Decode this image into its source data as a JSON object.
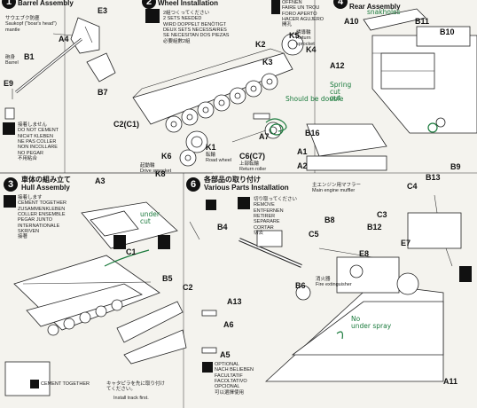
{
  "sections": {
    "s1": {
      "number": "1",
      "title": "Barrel Assembly"
    },
    "s2": {
      "number": "2",
      "title": "Wheel Installation",
      "note": "2組つくってください\n2 SETS NEEDED\nWIRD DOPPELT BENÖTIGT\nDEUX SETS NECESSAIRES\nSE NECESITAN DOS PIEZAS\n必要組數2組"
    },
    "s3": {
      "number": "3",
      "title_jp": "車体の組み立て",
      "title": "Hull Assembly",
      "note": "接着します\nCEMENT TOGETHER\nZUSAMMENKLEBEN\nCOLLER ENSEMBLE\nPEGAR JUNTO\nINTERNATIONALE\nSKRIVEN\n接著"
    },
    "s4": {
      "number": "4",
      "title": "Rear Assembly"
    },
    "s6": {
      "number": "6",
      "title_jp": "各部品の取り付け",
      "title": "Various Parts Installation"
    }
  },
  "notes": {
    "sawtooth": "サウエブク防塵\nSaukopf (\"boar's head\")\nmantle",
    "barrel": "砲身\nBarrel",
    "no_cement": "接着しません\nDO NOT CEMENT\nNICHT KLEBEN\nNE PAS COLLER\nNON INCOLLARE\nNO PEGAR\n不用粘合",
    "open": "OFFNEN\nFAIRE UN TROU\nFORO APERTO\nHACER AGUJERO\n開孔",
    "return": "誘導輪\nReturn\nsprocket",
    "road_wheel": "転輪\nRoad wheel",
    "drive_sprocket": "起動輪\nDrive sprocket",
    "return_roller": "上部転輪\nReturn roller",
    "cut_off": "切り取ってください\nREMOVE\nENTFERNEN\nRETIRER\nSEPARARE\nCORTAR\n切去",
    "muffler": "主エンジン用マフラー\nMain engine muffler",
    "extinguisher": "消火器\nFire extinguisher",
    "cement_together": "CEMENT TOGETHER",
    "optional": "OPTIONAL\nNACH BELIEBEN\nFACULTATIF\nFACOLTATIVO\nOPCIONAL\n可以選擇使用",
    "track_jp": "キャタピラを先に取り付け\nてください。",
    "track_en": "Install track first."
  },
  "parts": [
    "E3",
    "A4",
    "B1",
    "E9",
    "B7",
    "K2",
    "K5",
    "K4",
    "K3",
    "A7",
    "K6",
    "K8",
    "K1",
    "C2(C1)",
    "C6(C7)",
    "A10",
    "B11",
    "B10",
    "A12",
    "B16",
    "A1",
    "A2",
    "B9",
    "B13",
    "C4",
    "C3",
    "B8",
    "B12",
    "C5",
    "E8",
    "B4",
    "B6",
    "A13",
    "A6",
    "A5",
    "A11",
    "A3",
    "C1",
    "B5",
    "C2",
    "E7"
  ],
  "handwriting": [
    "snakholes",
    "Should be double",
    "Spring\ncut\nout",
    "under\ncut",
    "No\nunder spray"
  ],
  "colors": {
    "ink": "#111111",
    "paper": "#f4f3ee",
    "pen": "#1a7a3c"
  }
}
